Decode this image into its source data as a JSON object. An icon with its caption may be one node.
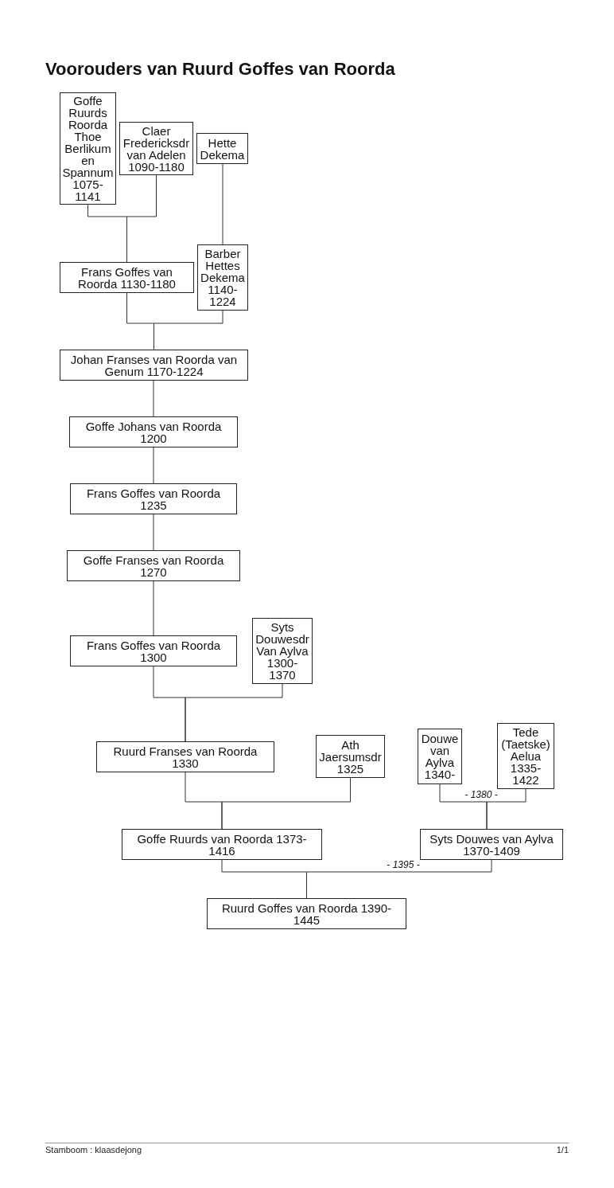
{
  "diagram": {
    "title": "Voorouders van Ruurd Goffes van Roorda",
    "nodes": [
      {
        "text": [
          "Goffe Ruurds Roorda Thoe Berlikum en Spannum 1075-1141"
        ]
      },
      {
        "text": [
          "Claer Fredericksdr van Adelen 1090-1180"
        ]
      },
      {
        "text": [
          "Hette Dekema"
        ]
      },
      {
        "text": [
          "Frans Goffes van Roorda 1130-1180"
        ]
      },
      {
        "text": [
          "Barber Hettes Dekema 1140-1224"
        ]
      },
      {
        "text": [
          "Johan Franses van Roorda van Genum 1170-1224"
        ]
      },
      {
        "text": [
          "Goffe Johans van Roorda 1200"
        ]
      },
      {
        "text": [
          "Frans Goffes van Roorda 1235"
        ]
      },
      {
        "text": [
          "Goffe Franses van Roorda 1270"
        ]
      },
      {
        "text": [
          "Frans Goffes van Roorda 1300"
        ]
      },
      {
        "text": [
          "Syts Douwesdr Van Aylva 1300-1370"
        ]
      },
      {
        "text": [
          "Ruurd Franses van Roorda 1330"
        ]
      },
      {
        "text": [
          "Ath Jaersumsdr 1325"
        ]
      },
      {
        "text": [
          "Douwe van Aylva 1340-"
        ]
      },
      {
        "text": [
          "Tede (Taetske) Aelua 1335-1422"
        ]
      },
      {
        "text": [
          "Goffe Ruurds van Roorda 1373-1416"
        ]
      },
      {
        "text": [
          "Syts Douwes van Aylva 1370-1409"
        ]
      },
      {
        "text": [
          "Ruurd Goffes van Roorda 1390-1445"
        ]
      }
    ],
    "edges": [
      {
        "from": 0,
        "to": 3,
        "arrow": "none"
      },
      {
        "from": 1,
        "to": 3,
        "arrow": "none"
      },
      {
        "from": 2,
        "to": 4,
        "arrow": "none"
      },
      {
        "from": 3,
        "to": 5,
        "arrow": "none"
      },
      {
        "from": 4,
        "to": 5,
        "arrow": "none"
      },
      {
        "from": 5,
        "to": 6,
        "arrow": "none"
      },
      {
        "from": 6,
        "to": 7,
        "arrow": "none"
      },
      {
        "from": 7,
        "to": 8,
        "arrow": "none"
      },
      {
        "from": 8,
        "to": 9,
        "arrow": "none"
      },
      {
        "from": 9,
        "to": 11,
        "arrow": "none"
      },
      {
        "from": 10,
        "to": 11,
        "arrow": "none"
      },
      {
        "from": 11,
        "to": 15,
        "arrow": "none"
      },
      {
        "from": 12,
        "to": 15,
        "arrow": "none"
      },
      {
        "from": 13,
        "to": 16,
        "arrow": "none"
      },
      {
        "from": 14,
        "to": 16,
        "arrow": "none",
        "label": "- 1380 -"
      },
      {
        "from": 15,
        "to": 17,
        "arrow": "none"
      },
      {
        "from": 16,
        "to": 17,
        "arrow": "none",
        "label": "- 1395 -"
      }
    ],
    "labels": [
      "Stamboom : klaasdejong",
      "1/1"
    ]
  }
}
